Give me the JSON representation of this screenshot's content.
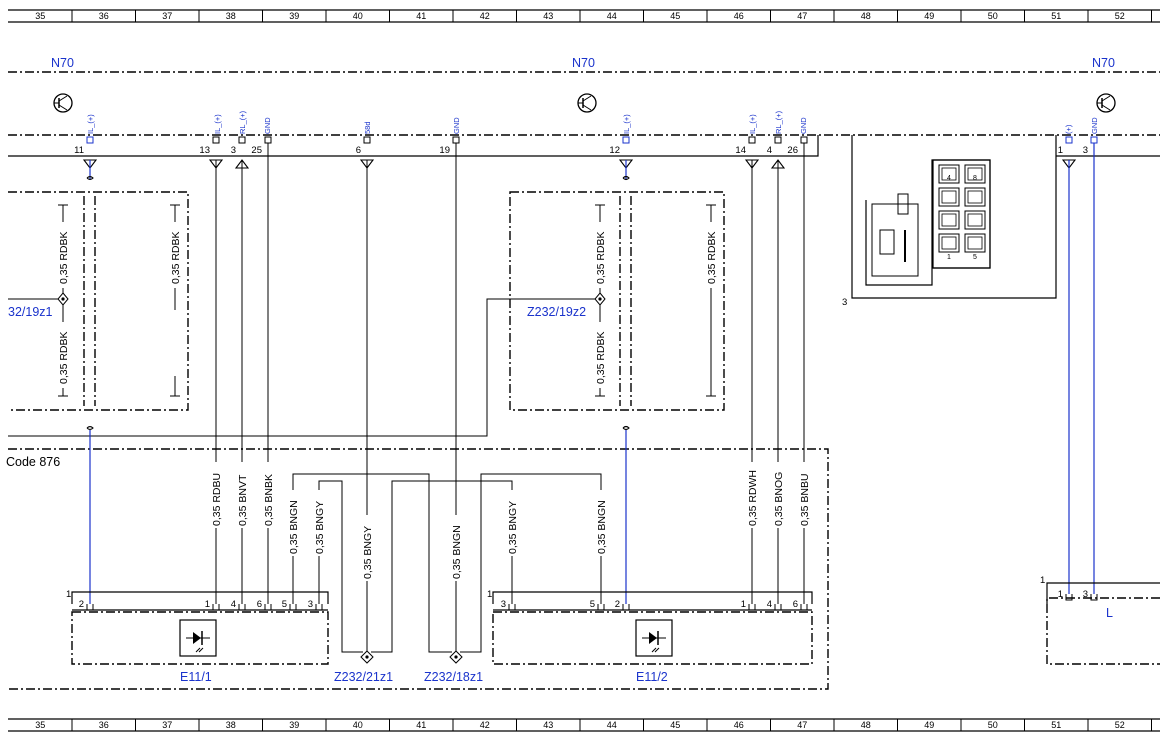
{
  "grid_columns": [
    "35",
    "36",
    "37",
    "38",
    "39",
    "40",
    "41",
    "42",
    "43",
    "44",
    "45",
    "46",
    "47",
    "48",
    "49",
    "50",
    "51",
    "52"
  ],
  "components": {
    "n70_left": "N70",
    "n70_mid": "N70",
    "n70_right": "N70",
    "e11_1": "E11/1",
    "e11_2": "E11/2",
    "z232_21z1": "Z232/21z1",
    "z232_18z1": "Z232/18z1",
    "z232_19z1": "32/19z1",
    "z232_19z2": "Z232/19z2",
    "right_connector_label": "L",
    "code_label": "Code 876",
    "connector_ref": "3"
  },
  "signals": {
    "il_plus": "IL_(+)",
    "rl_plus": "RL_(+)",
    "gnd": "GND",
    "s58d": "58d",
    "plus": "(+)"
  },
  "pins_top": {
    "p11": "11",
    "p13": "13",
    "p3": "3",
    "p25": "25",
    "p6": "6",
    "p19": "19",
    "p12": "12",
    "p14": "14",
    "p4": "4",
    "p26": "26",
    "p1": "1",
    "p3r": "3"
  },
  "wires": {
    "rdbk": "0,35 RDBK",
    "rdbu": "0,35 RDBU",
    "bnvt": "0,35 BNVT",
    "bnbk": "0,35 BNBK",
    "bngn": "0,35 BNGN",
    "bngy": "0,35 BNGY",
    "rdwh": "0,35 RDWH",
    "bnog": "0,35 BNOG",
    "bnbu": "0,35 BNBU"
  },
  "pins_bottom": {
    "one": "1",
    "two": "2",
    "three": "3",
    "four": "4",
    "five": "5",
    "six": "6",
    "eight": "8"
  },
  "colors": {
    "wire_blue": "#1a33cc",
    "line": "#000000"
  }
}
